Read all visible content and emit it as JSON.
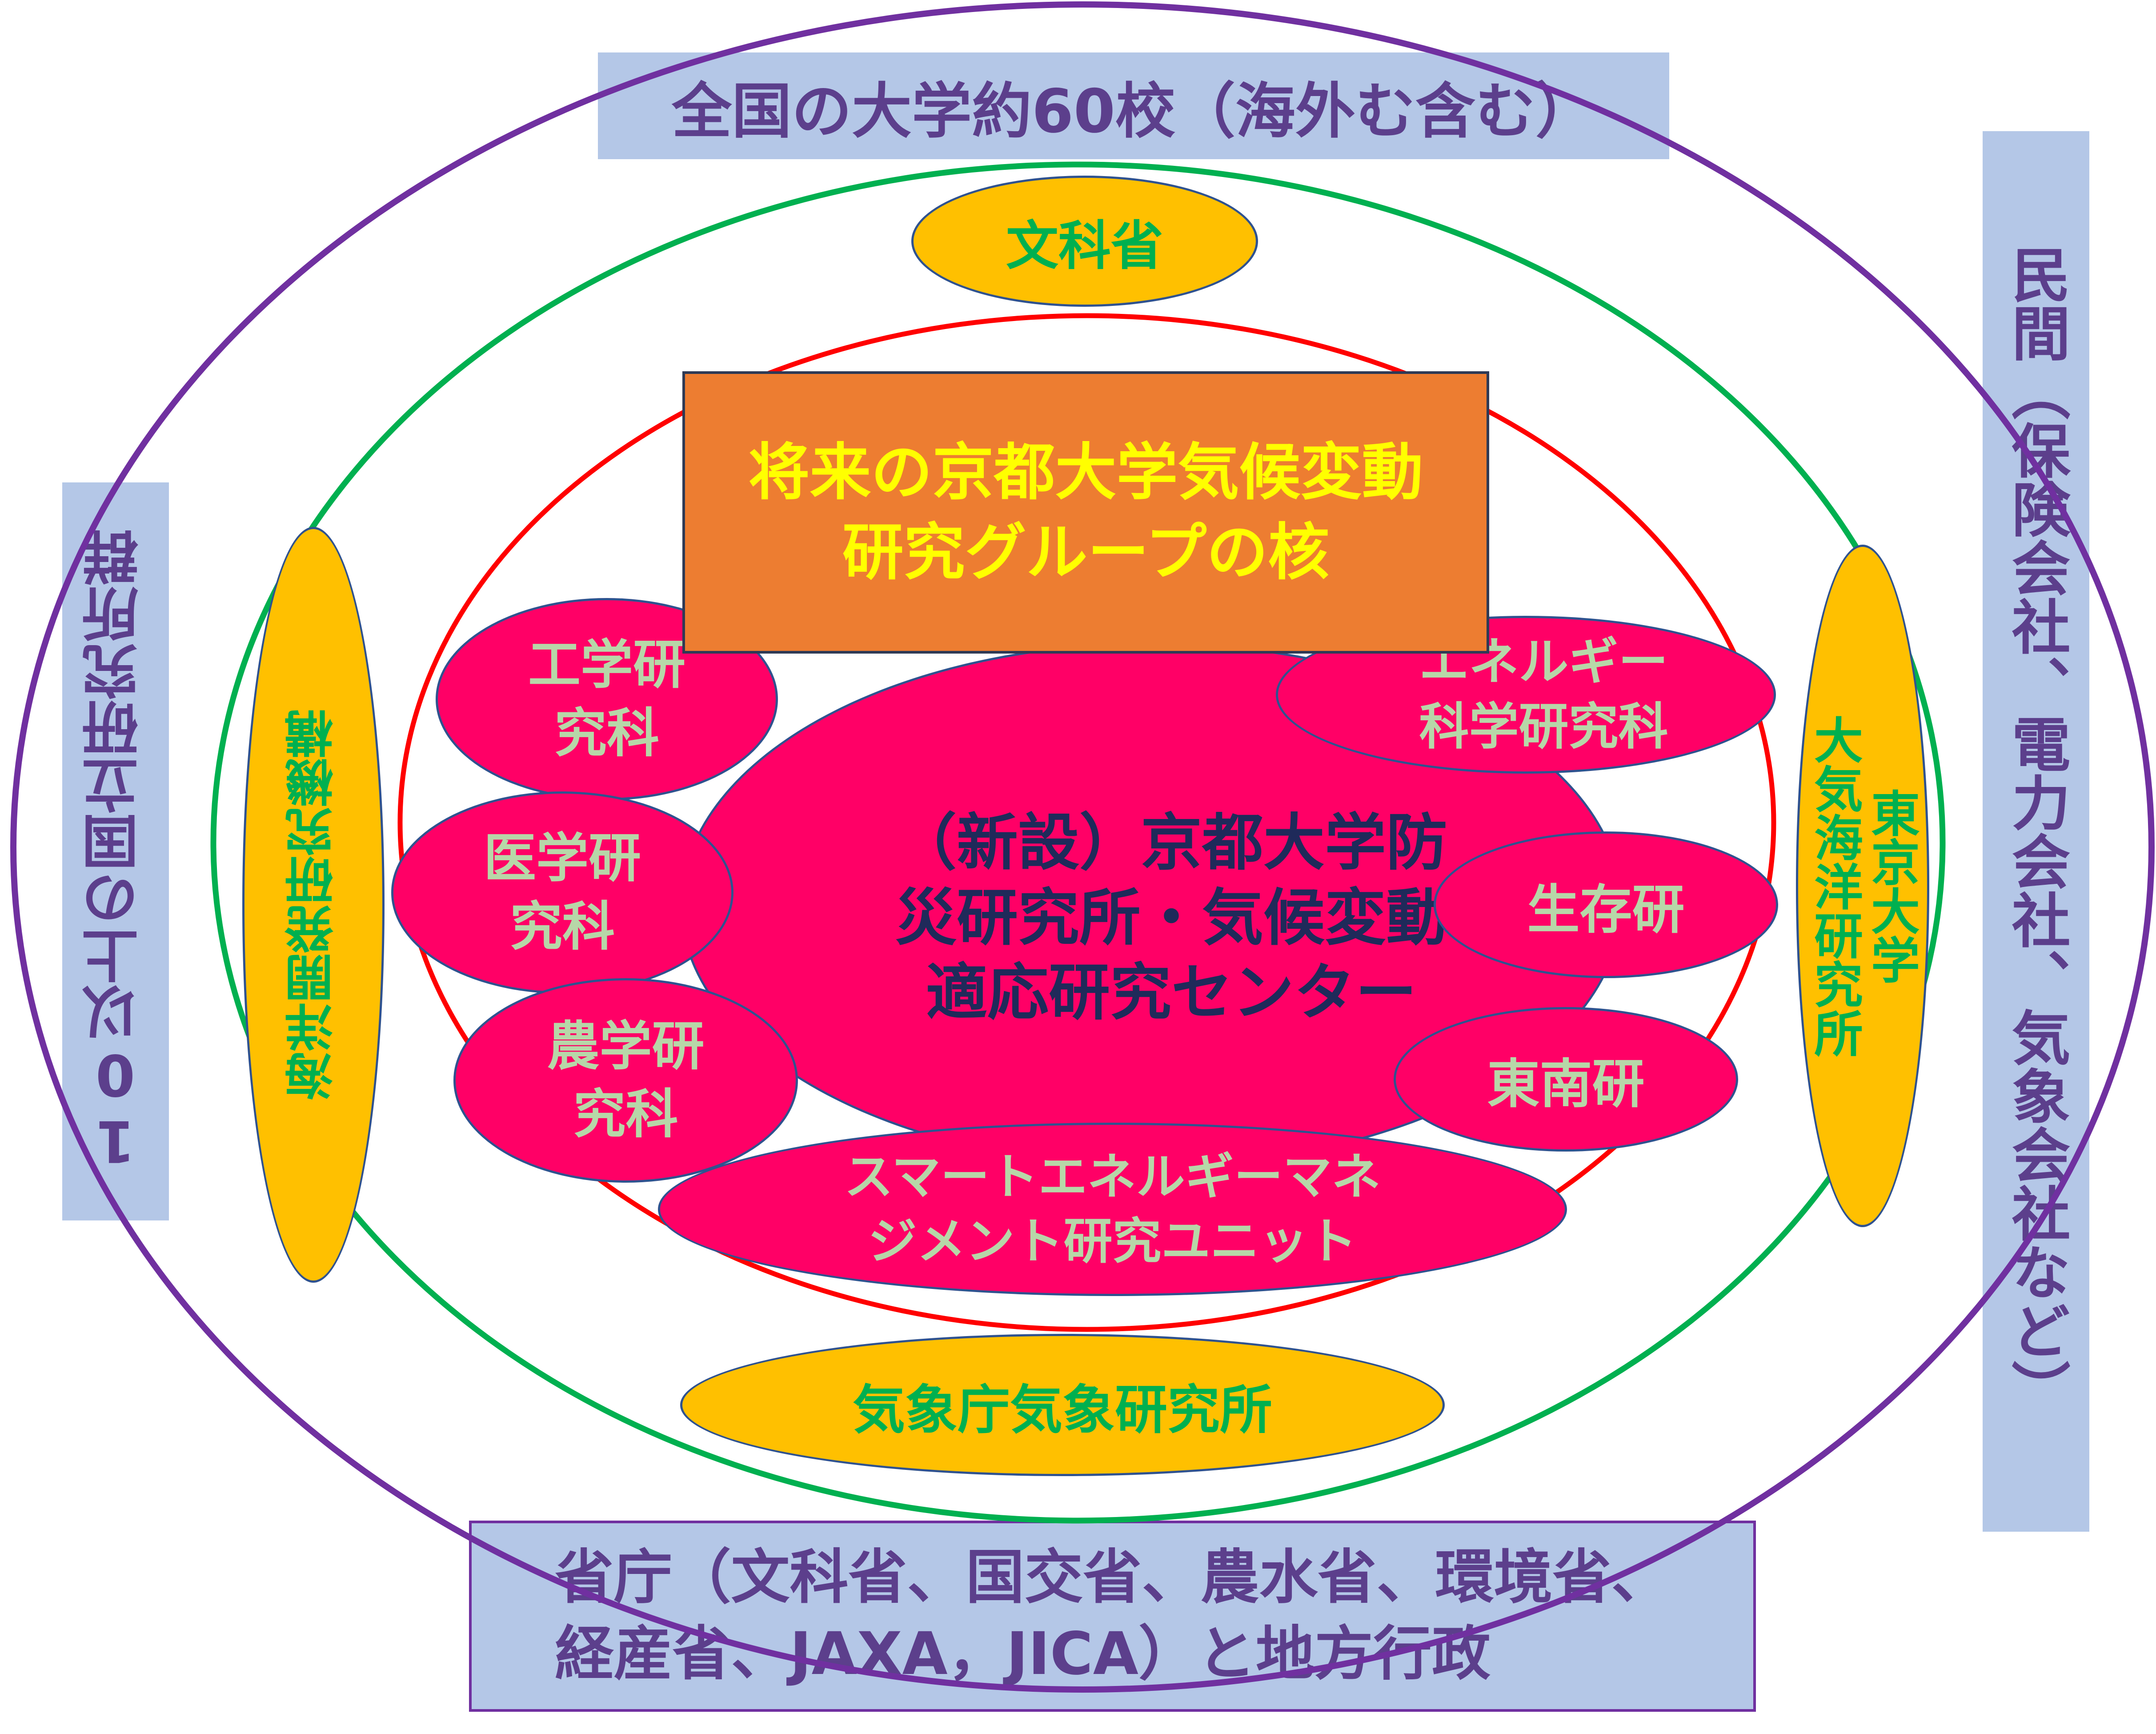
{
  "labels": {
    "universities": "全国の大学約60校（海外む含む）",
    "private_sector": "民間（保険会社、電力会社、気象会社など）",
    "national_institutes": "10以上の国立研究所群",
    "ministries_line1": "省庁（文科省、国交省、農水省、環境省、",
    "ministries_line2": "経産省、JAXA，JICA）と地方行政",
    "mext": "文科省",
    "jamstec": "海洋開発研究機構",
    "aori_line1": "東京大学",
    "aori_line2": "大気海洋研究所",
    "mri": "気象庁気象研究所",
    "future_core_line1": "将来の京都大学気候変動",
    "future_core_line2": "研究グループの核",
    "center_line1": "（新設）京都大学防",
    "center_line2": "災研究所・気候変動",
    "center_line3": "適応研究センター",
    "engineering_line1": "工学研",
    "engineering_line2": "究科",
    "medicine_line1": "医学研",
    "medicine_line2": "究科",
    "agriculture_line1": "農学研",
    "agriculture_line2": "究科",
    "energy_line1": "エネルギー",
    "energy_line2": "科学研究科",
    "rish": "生存研",
    "cseas": "東南研",
    "smart_energy_line1": "スマートエネルギーマネ",
    "smart_energy_line2": "ジメント研究ユニット"
  },
  "colors": {
    "purple_ring": "#7030a0",
    "green_ring": "#00b050",
    "red_ring": "#ff0000",
    "box_fill": "#b4c7e7",
    "box_text": "#5c3f8c",
    "gold_fill": "#ffc000",
    "green_text": "#00b050",
    "pink_fill": "#ff0066",
    "pink_text": "#b7d7a8",
    "center_text": "#1f2a5a",
    "orange_fill": "#ed7d31",
    "yellow_text": "#ffff00"
  }
}
